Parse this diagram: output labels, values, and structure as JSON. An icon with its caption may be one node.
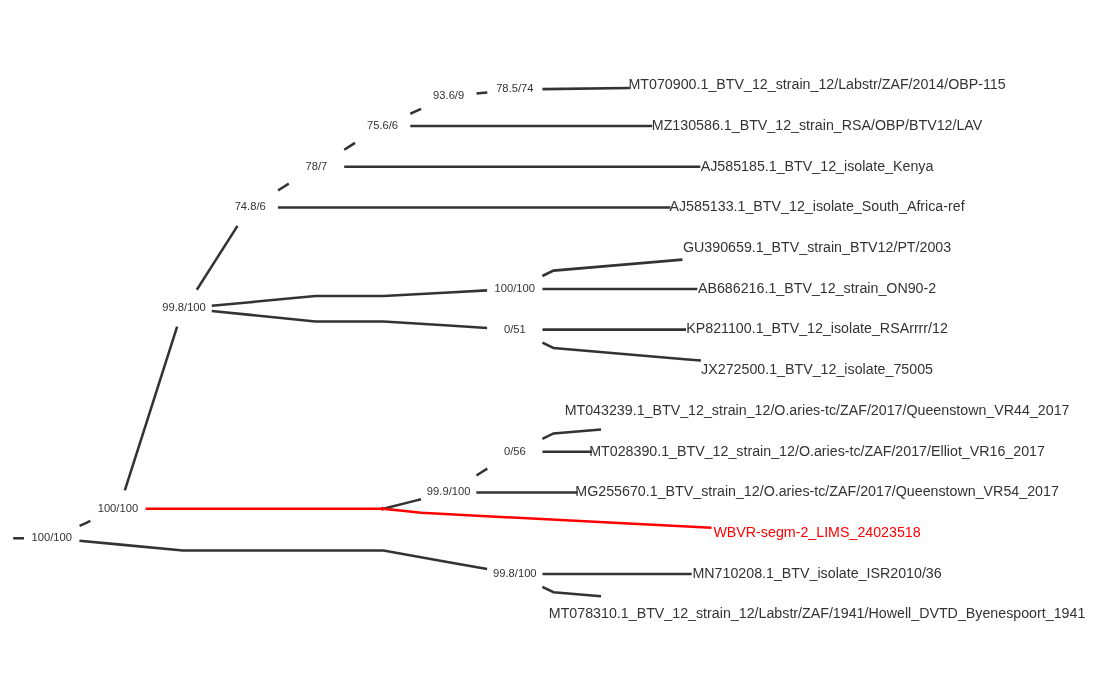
{
  "diagram": {
    "nodes": [
      {
        "text": [
          "100/100"
        ]
      },
      {
        "text": [
          "100/100"
        ]
      },
      {
        "text": [
          "99.8/100"
        ]
      },
      {
        "text": [
          "78.5/74"
        ]
      },
      {
        "text": [
          "MT070900.1_BTV_12_strain_12/Labstr/ZAF/2014/OBP-115"
        ]
      },
      {
        "text": [
          "93.6/9"
        ]
      },
      {
        "text": [
          "MZ130586.1_BTV_12_strain_RSA/OBP/BTV12/LAV"
        ]
      },
      {
        "text": [
          "75.6/6"
        ]
      },
      {
        "text": [
          "AJ585185.1_BTV_12_isolate_Kenya"
        ]
      },
      {
        "text": [
          "78/7"
        ]
      },
      {
        "text": [
          "AJ585133.1_BTV_12_isolate_South_Africa-ref"
        ]
      },
      {
        "text": [
          "74.8/6"
        ]
      },
      {
        "text": [
          "100/100"
        ]
      },
      {
        "text": [
          "GU390659.1_BTV_strain_BTV12/PT/2003"
        ]
      },
      {
        "text": [
          "AB686216.1_BTV_12_strain_ON90-2"
        ]
      },
      {
        "text": [
          "KP821100.1_BTV_12_isolate_RSArrrr/12"
        ]
      },
      {
        "text": [
          "0/51"
        ]
      },
      {
        "text": [
          "JX272500.1_BTV_12_isolate_75005"
        ]
      },
      {
        "text": [],
        "shape": "point"
      },
      {
        "text": [
          "99.9/100"
        ]
      },
      {
        "text": [
          "MT043239.1_BTV_12_strain_12/O.aries-tc/ZAF/2017/Queenstown_VR44_2017"
        ]
      },
      {
        "text": [
          "0/56"
        ]
      },
      {
        "text": [
          "MT028390.1_BTV_12_strain_12/O.aries-tc/ZAF/2017/Elliot_VR16_2017"
        ]
      },
      {
        "text": [
          "MG255670.1_BTV_strain_12/O.aries-tc/ZAF/2017/Queenstown_VR54_2017"
        ]
      },
      {
        "text": [
          "WBVR-segm-2_LIMS_24023518"
        ]
      },
      {
        "text": [
          "99.8/100"
        ]
      },
      {
        "text": [
          "MN710208.1_BTV_isolate_ISR2010/36"
        ]
      },
      {
        "text": [
          "MT078310.1_BTV_12_strain_12/Labstr/ZAF/1941/Howell_DVTD_Byenespoort_1941"
        ]
      }
    ],
    "edges": [
      {
        "from": null,
        "to": 0,
        "arrow": "none"
      },
      {
        "from": 0,
        "to": 1,
        "arrow": "none"
      },
      {
        "from": 0,
        "to": 25,
        "arrow": "none"
      },
      {
        "from": 1,
        "to": 2,
        "arrow": "none"
      },
      {
        "from": 1,
        "to": 18,
        "arrow": "none",
        "color": "#ff0000"
      },
      {
        "from": 2,
        "to": 11,
        "arrow": "none"
      },
      {
        "from": 2,
        "to": 12,
        "arrow": "none"
      },
      {
        "from": 2,
        "to": 16,
        "arrow": "none"
      },
      {
        "from": 11,
        "to": 9,
        "arrow": "none"
      },
      {
        "from": 11,
        "to": 10,
        "arrow": "none"
      },
      {
        "from": 9,
        "to": 7,
        "arrow": "none"
      },
      {
        "from": 9,
        "to": 8,
        "arrow": "none"
      },
      {
        "from": 7,
        "to": 5,
        "arrow": "none"
      },
      {
        "from": 7,
        "to": 6,
        "arrow": "none"
      },
      {
        "from": 5,
        "to": 3,
        "arrow": "none"
      },
      {
        "from": 3,
        "to": 4,
        "arrow": "none"
      },
      {
        "from": 12,
        "to": 13,
        "arrow": "none"
      },
      {
        "from": 12,
        "to": 14,
        "arrow": "none"
      },
      {
        "from": 16,
        "to": 15,
        "arrow": "none"
      },
      {
        "from": 16,
        "to": 17,
        "arrow": "none"
      },
      {
        "from": 18,
        "to": 19,
        "arrow": "none"
      },
      {
        "from": 18,
        "to": 24,
        "arrow": "none",
        "color": "#ff0000"
      },
      {
        "from": 19,
        "to": 21,
        "arrow": "none"
      },
      {
        "from": 19,
        "to": 23,
        "arrow": "none"
      },
      {
        "from": 21,
        "to": 20,
        "arrow": "none"
      },
      {
        "from": 21,
        "to": 22,
        "arrow": "none"
      },
      {
        "from": 25,
        "to": 26,
        "arrow": "none"
      },
      {
        "from": 25,
        "to": 27,
        "arrow": "none"
      }
    ]
  }
}
